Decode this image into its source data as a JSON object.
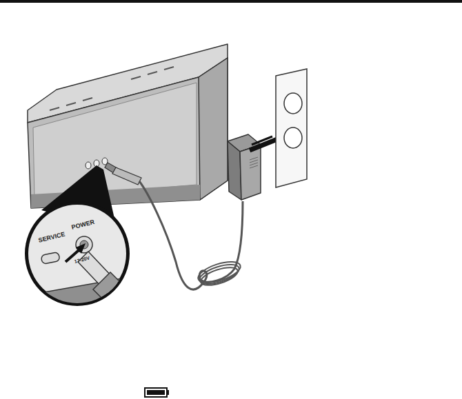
{
  "diagram": {
    "labels": [
      "SERVICE",
      "POWER",
      "17-20V"
    ]
  }
}
